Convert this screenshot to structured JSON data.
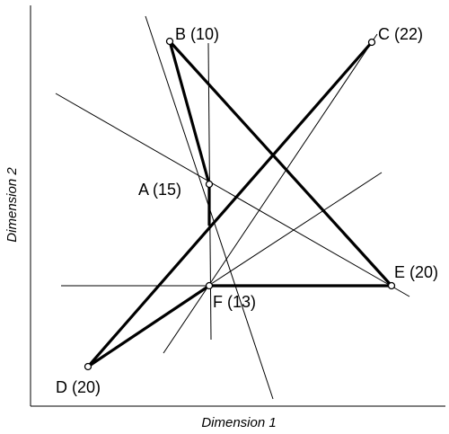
{
  "axes": {
    "x_title": "Dimension 1",
    "y_title": "Dimension 2"
  },
  "points": [
    {
      "id": "B",
      "label": "B (10)"
    },
    {
      "id": "C",
      "label": "C (22)"
    },
    {
      "id": "A",
      "label": "A (15)"
    },
    {
      "id": "E",
      "label": "E (20)"
    },
    {
      "id": "F",
      "label": "F (13)"
    },
    {
      "id": "D",
      "label": "D (20)"
    }
  ]
}
